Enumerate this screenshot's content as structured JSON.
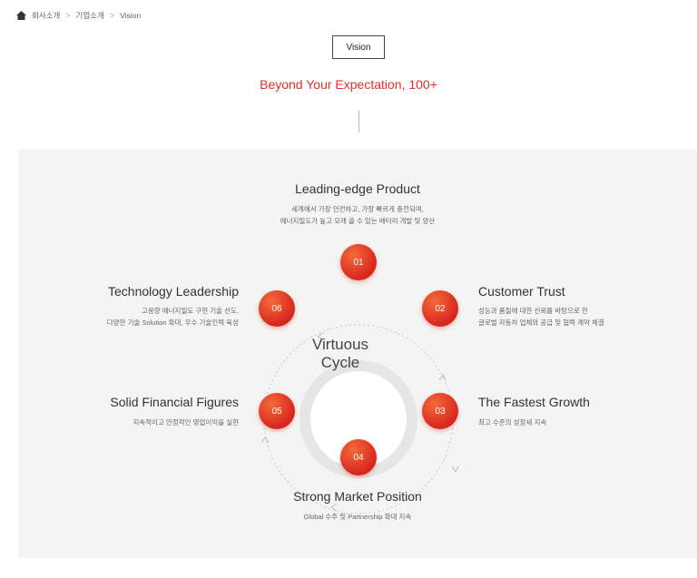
{
  "breadcrumb": {
    "home_icon": "home-icon",
    "items": [
      "회사소개",
      "기업소개",
      "Vision"
    ],
    "separator": ">"
  },
  "vision_label": "Vision",
  "headline": "Beyond Your Expectation, 100+",
  "center": {
    "line1": "Virtuous",
    "line2": "Cycle"
  },
  "steps": [
    {
      "number": "01",
      "title": "Leading-edge Product",
      "desc": [
        "세계에서 가장 안전하고, 가장 빠르게 충전되며,",
        "에너지밀도가 높고 오래 쓸 수 있는 배터리 개발 및 양산"
      ]
    },
    {
      "number": "02",
      "title": "Customer Trust",
      "desc": [
        "성능과 품질에 대한 신뢰를 바탕으로 한",
        "글로벌 자동차 업체와 공급 및 협력 계약 체결"
      ]
    },
    {
      "number": "03",
      "title": "The Fastest Growth",
      "desc": [
        "최고 수준의 성장세 지속"
      ]
    },
    {
      "number": "04",
      "title": "Strong Market Position",
      "desc": [
        "Global 수주 및 Partnership 확대 지속"
      ]
    },
    {
      "number": "05",
      "title": "Solid Financial Figures",
      "desc": [
        "지속적이고 안정적인 영업이익을 실현"
      ]
    },
    {
      "number": "06",
      "title": "Technology Leadership",
      "desc": [
        "고용량 에너지밀도 구현 기술 선도,",
        "다양한 기술 Solution 확대, 우수 기술인력 육성"
      ]
    }
  ],
  "colors": {
    "accent": "#e0302a",
    "panel": "#f4f4f4"
  }
}
